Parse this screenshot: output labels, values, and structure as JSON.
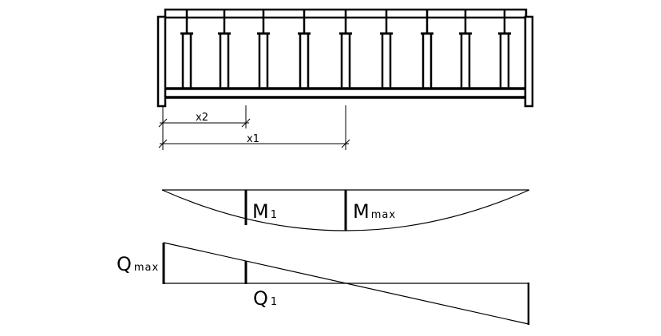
{
  "labels": {
    "x2": "x2",
    "x1": "x1",
    "m1_main": "M",
    "m1_sub": "1",
    "mmax_main": "M",
    "mmax_sub": "max",
    "qmax_main": "Q",
    "qmax_sub": "max",
    "q1_main": "Q",
    "q1_sub": "1"
  },
  "colors": {
    "stroke": "#000000",
    "background": "#ffffff"
  }
}
